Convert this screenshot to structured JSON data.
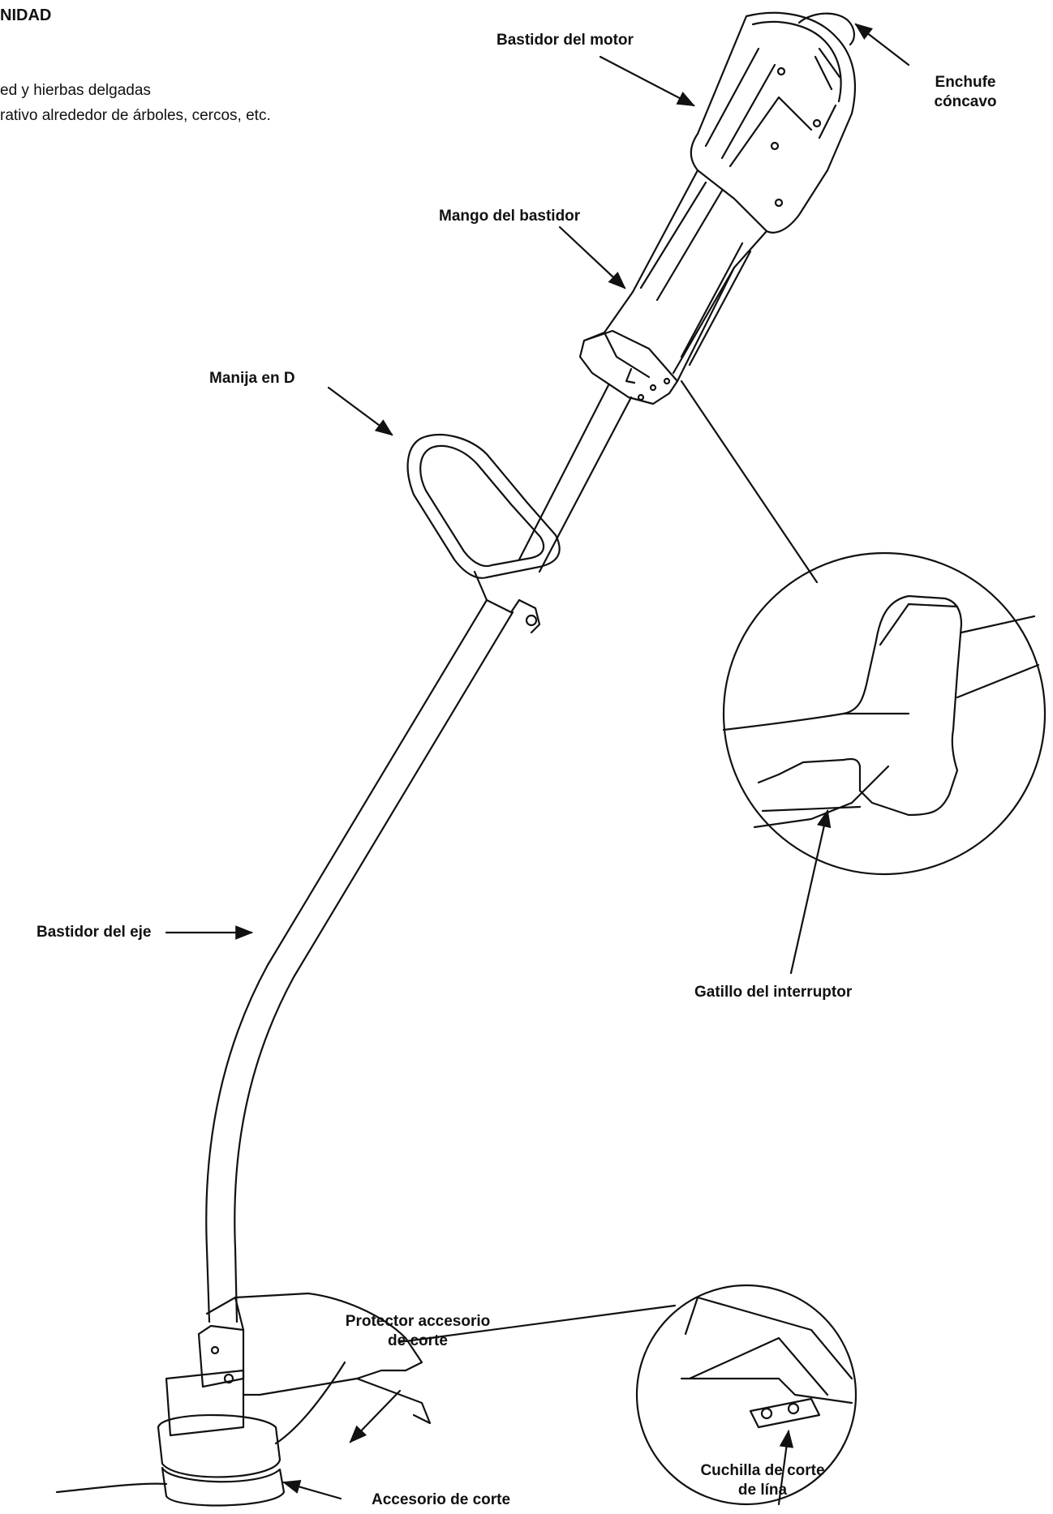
{
  "header": {
    "section_title": "NIDAD"
  },
  "uses": [
    "ed y hierbas delgadas",
    "rativo alrededor de árboles, cercos, etc."
  ],
  "labels": {
    "motor_housing": "Bastidor del motor",
    "receptacle": [
      "Enchufe",
      "cóncavo"
    ],
    "housing_handle": "Mango del bastidor",
    "d_handle": "Manija en D",
    "shaft_housing": "Bastidor del eje",
    "switch_trigger": "Gatillo del interruptor",
    "guard": [
      "Protector accesorio",
      "de corte"
    ],
    "cutting_attachment": "Accesorio de corte",
    "line_blade": [
      "Cuchilla de corte",
      "de lína"
    ]
  },
  "colors": {
    "ink": "#111111",
    "paper": "#ffffff"
  }
}
